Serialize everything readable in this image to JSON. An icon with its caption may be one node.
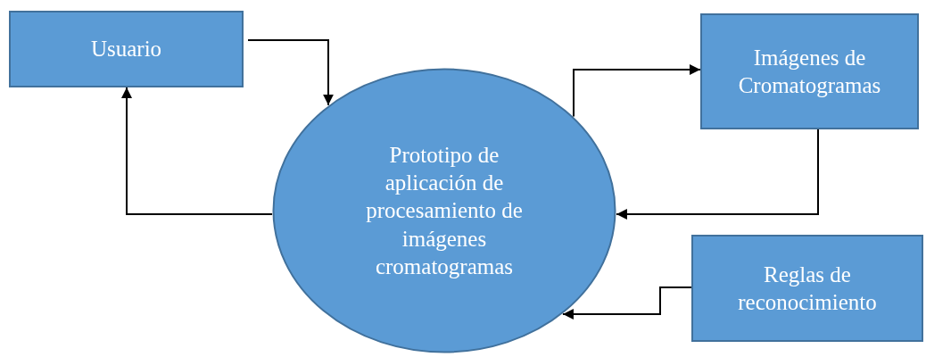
{
  "diagram": {
    "nodes": [
      {
        "text": [
          "Usuario"
        ]
      },
      {
        "text": [
          "Prototipo de aplicación de procesamiento de imágenes cromatogramas"
        ]
      },
      {
        "text": [
          "Imágenes de Cromatogramas"
        ]
      },
      {
        "text": [
          "Reglas de reconocimiento"
        ]
      }
    ],
    "edges": [
      {
        "from": 0,
        "to": 1,
        "arrow": "to"
      },
      {
        "from": 1,
        "to": 0,
        "arrow": "to"
      },
      {
        "from": 1,
        "to": 2,
        "arrow": "to"
      },
      {
        "from": 2,
        "to": 1,
        "arrow": "to"
      },
      {
        "from": 3,
        "to": 1,
        "arrow": "to"
      }
    ]
  }
}
